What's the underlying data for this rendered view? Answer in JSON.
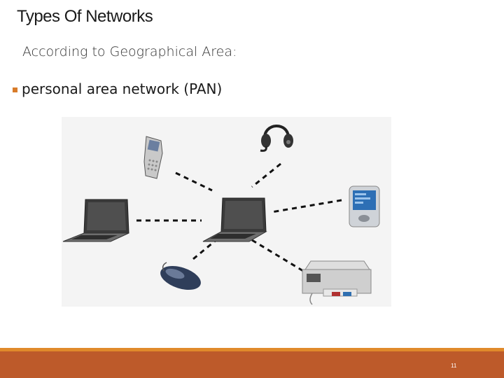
{
  "slide": {
    "title": "Types Of Networks",
    "subtitle": "According to Geographical Area:",
    "bullet": "personal area network (PAN)",
    "page_number": "11"
  },
  "colors": {
    "accent_orange": "#e08a2b",
    "footer_rust": "#bd5a2a",
    "bullet": "#d87c2a"
  },
  "diagram": {
    "hub": "laptop-icon",
    "devices": [
      "mobile-phone-icon",
      "headset-icon",
      "pda-icon",
      "laptop-icon",
      "mouse-icon",
      "printer-icon"
    ],
    "link_style": "dashed"
  }
}
